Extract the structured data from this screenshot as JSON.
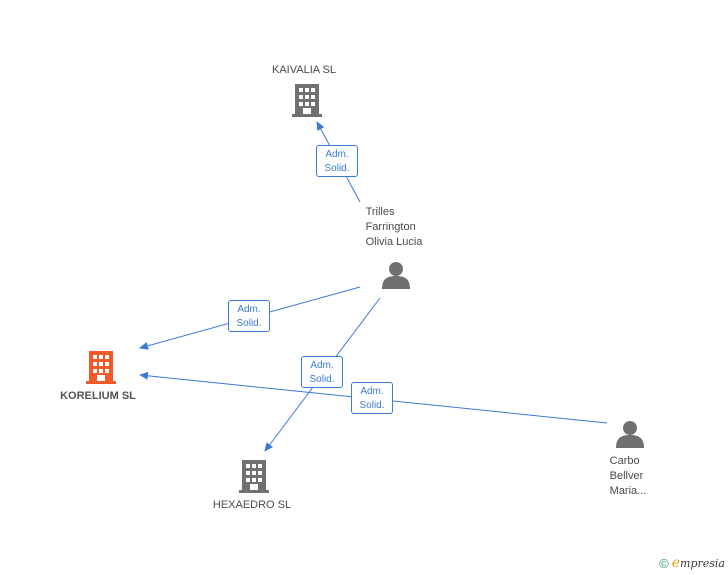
{
  "nodes": {
    "kaivalia": {
      "label": "KAIVALIA SL"
    },
    "korelium": {
      "label": "KORELIUM SL"
    },
    "hexaedro": {
      "label": "HEXAEDRO SL"
    },
    "trilles": {
      "label_lines": [
        "Trilles",
        "Farrington",
        "Olivia Lucia"
      ]
    },
    "carbo": {
      "label_lines": [
        "Carbo",
        "Bellver",
        "Maria..."
      ]
    }
  },
  "edges": [
    {
      "id": "trilles-kaivalia",
      "label_lines": [
        "Adm.",
        "Solid."
      ]
    },
    {
      "id": "trilles-korelium",
      "label_lines": [
        "Adm.",
        "Solid."
      ]
    },
    {
      "id": "trilles-hexaedro",
      "label_lines": [
        "Adm.",
        "Solid."
      ]
    },
    {
      "id": "carbo-korelium",
      "label_lines": [
        "Adm.",
        "Solid."
      ]
    }
  ],
  "colors": {
    "edge": "#3a7bd5",
    "company": "#707070",
    "company_focus": "#f05a28",
    "person": "#707070"
  },
  "footer": {
    "copyright_symbol": "©",
    "brand": "mpresia",
    "brand_initial": "e"
  }
}
